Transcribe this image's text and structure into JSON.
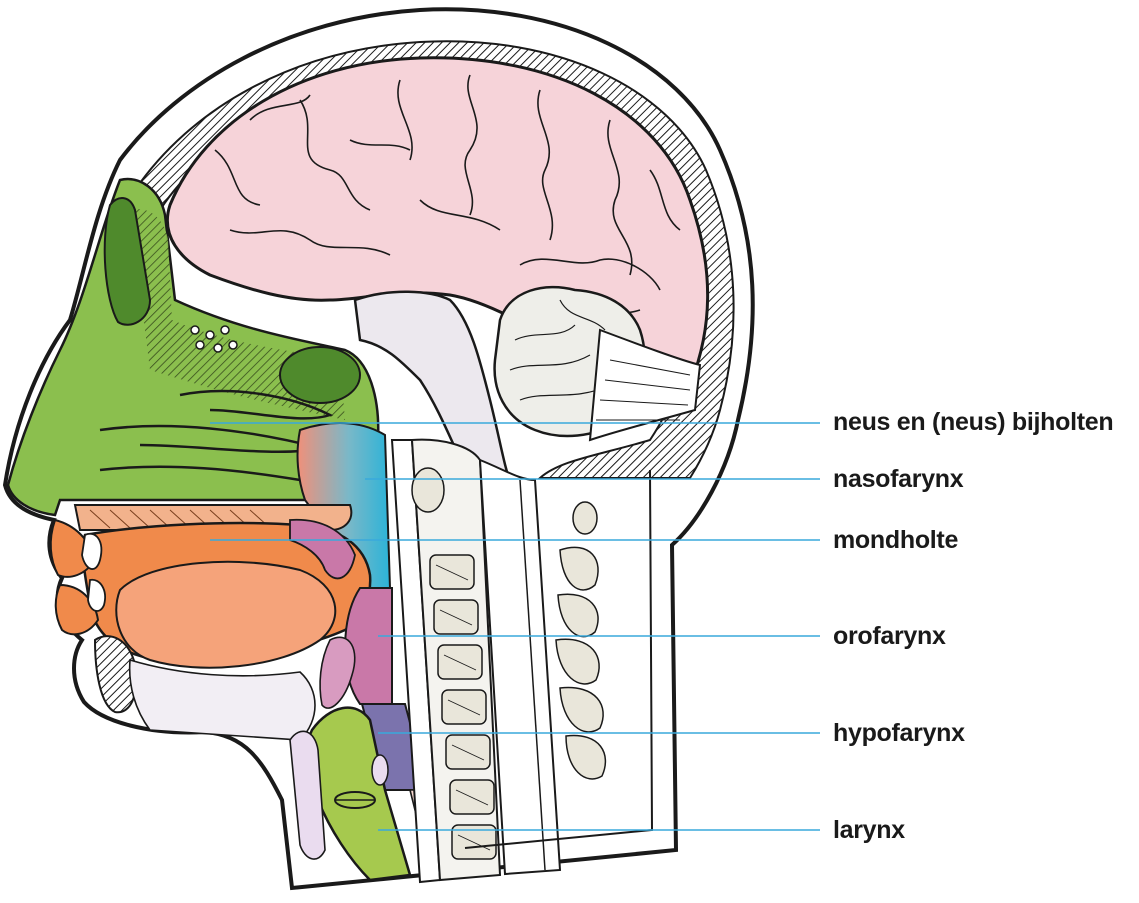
{
  "labels": {
    "nose": "neus en (neus) bijholten",
    "nasopharynx": "nasofarynx",
    "oral_cavity": "mondholte",
    "oropharynx": "orofarynx",
    "hypopharynx": "hypofarynx",
    "larynx": "larynx"
  },
  "colors": {
    "outline": "#1a1a1a",
    "brain": "#f6d3d9",
    "cerebellum": "#eeeee9",
    "nose_sinus": "#8bbf4e",
    "nasopharynx": "#2bb3d8",
    "oral_cavity": "#f08a4b",
    "oropharynx": "#c978a8",
    "hypopharynx": "#7b73ad",
    "larynx": "#a6c94e",
    "leader_line": "#39a9dc"
  }
}
